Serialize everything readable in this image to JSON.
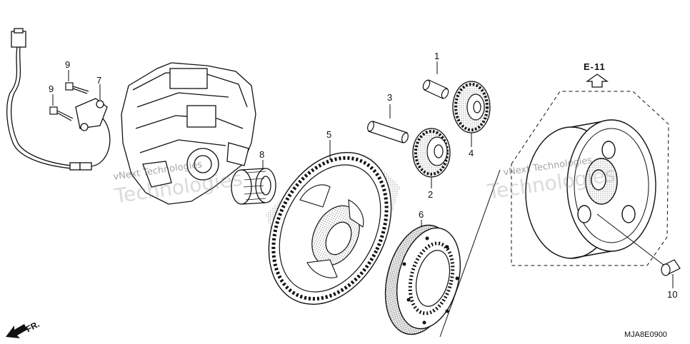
{
  "diagram": {
    "reference": "E-11",
    "part_code": "MJA8E0900",
    "direction_label": "FR.",
    "callouts": [
      {
        "id": "c1",
        "label": "1"
      },
      {
        "id": "c2",
        "label": "2"
      },
      {
        "id": "c3",
        "label": "3"
      },
      {
        "id": "c4",
        "label": "4"
      },
      {
        "id": "c5",
        "label": "5"
      },
      {
        "id": "c6",
        "label": "6"
      },
      {
        "id": "c7",
        "label": "7"
      },
      {
        "id": "c8",
        "label": "8"
      },
      {
        "id": "c9a",
        "label": "9"
      },
      {
        "id": "c9b",
        "label": "9"
      },
      {
        "id": "c10",
        "label": "10"
      }
    ],
    "watermarks": [
      {
        "text": "vNext Technologies"
      },
      {
        "text": "Technologies"
      },
      {
        "text": "vNext Technologies"
      },
      {
        "text": "Technologies"
      }
    ]
  }
}
